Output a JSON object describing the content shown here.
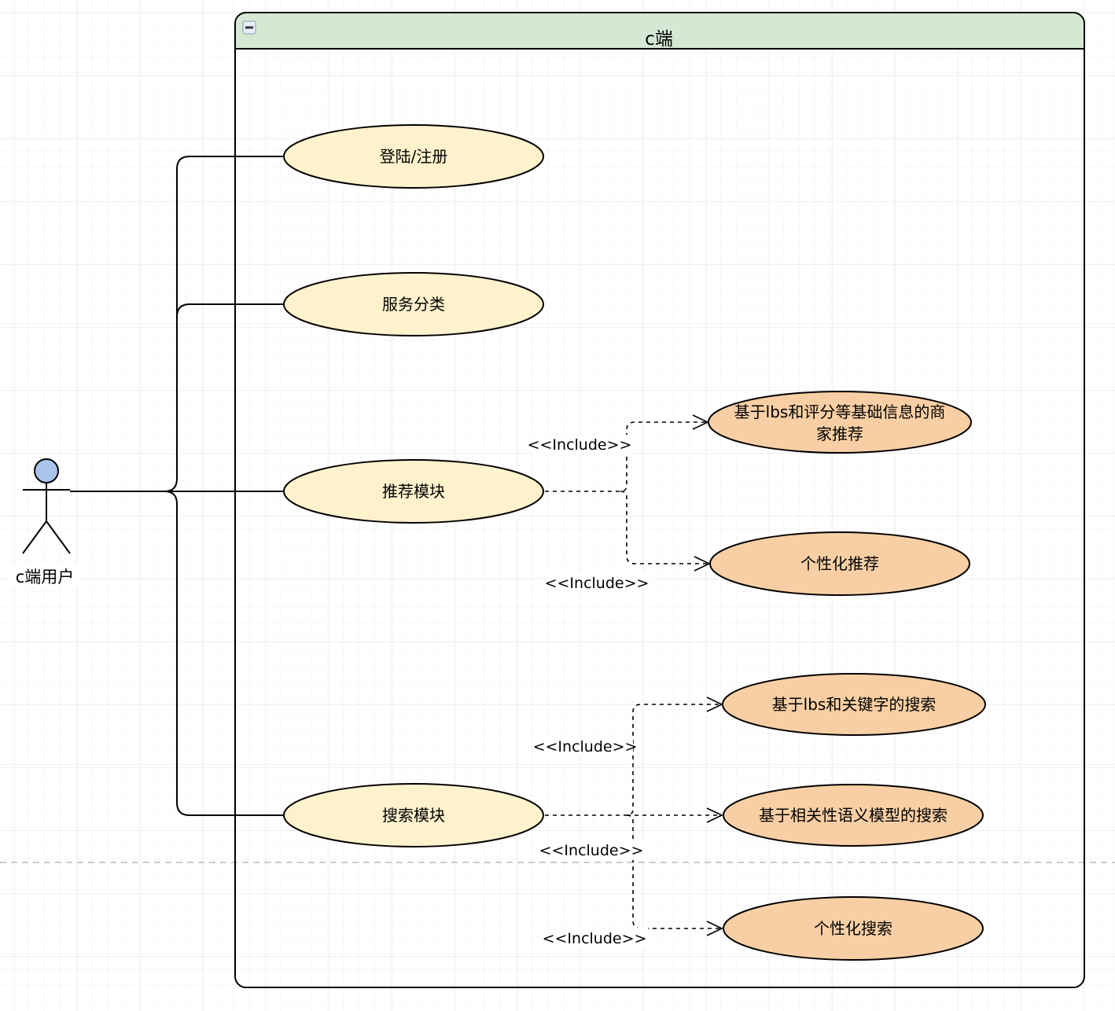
{
  "diagram": {
    "type": "uml-use-case",
    "system": {
      "title": "c端",
      "collapse_icon": "minus-box-icon",
      "header_color": "#d5e8d4"
    },
    "actor": {
      "label": "c端用户",
      "head_color": "#a9c4eb"
    },
    "colors": {
      "primary_use_case_fill": "#fff2cc",
      "included_use_case_fill": "#f8cfa4",
      "stroke": "#000000",
      "page_divider": "#bbbbbb"
    },
    "use_cases": [
      {
        "id": "login",
        "label": "登陆/注册",
        "kind": "primary"
      },
      {
        "id": "category",
        "label": "服务分类",
        "kind": "primary"
      },
      {
        "id": "recommend",
        "label": "推荐模块",
        "kind": "primary"
      },
      {
        "id": "search",
        "label": "搜索模块",
        "kind": "primary"
      },
      {
        "id": "lbs-rec",
        "label_lines": [
          "基于lbs和评分等基础信息的商",
          "家推荐"
        ],
        "kind": "included"
      },
      {
        "id": "personal-rec",
        "label": "个性化推荐",
        "kind": "included"
      },
      {
        "id": "lbs-search",
        "label": "基于lbs和关键字的搜索",
        "kind": "included"
      },
      {
        "id": "semantic-search",
        "label": "基于相关性语义模型的搜索",
        "kind": "included"
      },
      {
        "id": "personal-search",
        "label": "个性化搜索",
        "kind": "included"
      }
    ],
    "associations": [
      {
        "from": "actor",
        "to": "login"
      },
      {
        "from": "actor",
        "to": "category"
      },
      {
        "from": "actor",
        "to": "recommend"
      },
      {
        "from": "actor",
        "to": "search"
      }
    ],
    "includes": [
      {
        "from": "recommend",
        "to": "lbs-rec",
        "label": "<<Include>>"
      },
      {
        "from": "recommend",
        "to": "personal-rec",
        "label": "<<Include>>"
      },
      {
        "from": "search",
        "to": "lbs-search",
        "label": "<<Include>>"
      },
      {
        "from": "search",
        "to": "semantic-search",
        "label": "<<Include>>"
      },
      {
        "from": "search",
        "to": "personal-search",
        "label": "<<Include>>"
      }
    ]
  }
}
